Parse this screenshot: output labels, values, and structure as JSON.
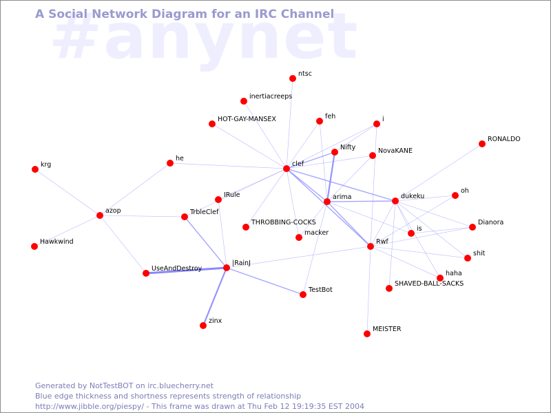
{
  "watermark": "#anynet",
  "title": "A Social Network Diagram for an IRC Channel",
  "footer": {
    "line1": "Generated by NotTestBOT on irc.bluecherry.net",
    "line2": "Blue edge thickness and shortness represents strength of relationship",
    "line3": "http://www.jibble.org/piespy/ - This frame was drawn at Thu Feb 12 19:19:35 EST 2004"
  },
  "colors": {
    "node": "#ff0000",
    "edge": "#8888ff",
    "title": "#9a9ad0",
    "watermark": "#eeeeff",
    "footer": "#7c7cb8"
  },
  "nodes": [
    {
      "id": "ntsc",
      "label": "ntsc"
    },
    {
      "id": "inertiacreeps",
      "label": "inertiacreeps"
    },
    {
      "id": "HOT-GAY-MANSEX",
      "label": "HOT-GAY-MANSEX"
    },
    {
      "id": "feh",
      "label": "feh"
    },
    {
      "id": "i",
      "label": "i"
    },
    {
      "id": "RONALDO",
      "label": "RONALDO"
    },
    {
      "id": "Nifty",
      "label": "Nifty"
    },
    {
      "id": "NovaKANE",
      "label": "NovaKANE"
    },
    {
      "id": "krg",
      "label": "krg"
    },
    {
      "id": "he",
      "label": "he"
    },
    {
      "id": "clef",
      "label": "clef"
    },
    {
      "id": "IRule",
      "label": "IRule"
    },
    {
      "id": "arima",
      "label": "arima"
    },
    {
      "id": "dukeku",
      "label": "dukeku"
    },
    {
      "id": "oh",
      "label": "oh"
    },
    {
      "id": "azop",
      "label": "azop"
    },
    {
      "id": "TrbleClef",
      "label": "TrbleClef"
    },
    {
      "id": "THROBBING-COCKS",
      "label": "THROBBING-COCKS"
    },
    {
      "id": "Dianora",
      "label": "Dianora"
    },
    {
      "id": "is",
      "label": "is"
    },
    {
      "id": "macker",
      "label": "macker"
    },
    {
      "id": "Rwf",
      "label": "Rwf"
    },
    {
      "id": "Hawkwind",
      "label": "Hawkwind"
    },
    {
      "id": "shit",
      "label": "shit"
    },
    {
      "id": "IRainJ",
      "label": "|RainJ"
    },
    {
      "id": "UseAndDestroy",
      "label": "UseAndDestroy"
    },
    {
      "id": "haha",
      "label": "haha"
    },
    {
      "id": "SHAVED-BALL-SACKS",
      "label": "SHAVED-BALL-SACKS"
    },
    {
      "id": "TestBot",
      "label": "TestBot"
    },
    {
      "id": "zinx",
      "label": "zinx"
    },
    {
      "id": "MEISTER",
      "label": "MEISTER"
    }
  ],
  "edges": [
    {
      "source": "clef",
      "target": "ntsc",
      "strength": 1
    },
    {
      "source": "clef",
      "target": "inertiacreeps",
      "strength": 1
    },
    {
      "source": "clef",
      "target": "HOT-GAY-MANSEX",
      "strength": 1
    },
    {
      "source": "clef",
      "target": "feh",
      "strength": 1
    },
    {
      "source": "clef",
      "target": "i",
      "strength": 1
    },
    {
      "source": "clef",
      "target": "Nifty",
      "strength": 2
    },
    {
      "source": "clef",
      "target": "NovaKANE",
      "strength": 1
    },
    {
      "source": "clef",
      "target": "he",
      "strength": 1
    },
    {
      "source": "clef",
      "target": "IRule",
      "strength": 1
    },
    {
      "source": "clef",
      "target": "arima",
      "strength": 2
    },
    {
      "source": "clef",
      "target": "dukeku",
      "strength": 2
    },
    {
      "source": "clef",
      "target": "THROBBING-COCKS",
      "strength": 1
    },
    {
      "source": "clef",
      "target": "macker",
      "strength": 1
    },
    {
      "source": "clef",
      "target": "Rwf",
      "strength": 2
    },
    {
      "source": "clef",
      "target": "TrbleClef",
      "strength": 1
    },
    {
      "source": "feh",
      "target": "arima",
      "strength": 1
    },
    {
      "source": "i",
      "target": "Rwf",
      "strength": 1
    },
    {
      "source": "Nifty",
      "target": "arima",
      "strength": 3
    },
    {
      "source": "Nifty",
      "target": "i",
      "strength": 1
    },
    {
      "source": "NovaKANE",
      "target": "arima",
      "strength": 1
    },
    {
      "source": "arima",
      "target": "dukeku",
      "strength": 2
    },
    {
      "source": "arima",
      "target": "Rwf",
      "strength": 2
    },
    {
      "source": "arima",
      "target": "TestBot",
      "strength": 1
    },
    {
      "source": "arima",
      "target": "is",
      "strength": 1
    },
    {
      "source": "arima",
      "target": "macker",
      "strength": 1
    },
    {
      "source": "dukeku",
      "target": "RONALDO",
      "strength": 1
    },
    {
      "source": "dukeku",
      "target": "oh",
      "strength": 1
    },
    {
      "source": "dukeku",
      "target": "Dianora",
      "strength": 1
    },
    {
      "source": "dukeku",
      "target": "shit",
      "strength": 1
    },
    {
      "source": "dukeku",
      "target": "haha",
      "strength": 1
    },
    {
      "source": "dukeku",
      "target": "SHAVED-BALL-SACKS",
      "strength": 1
    },
    {
      "source": "dukeku",
      "target": "Rwf",
      "strength": 1
    },
    {
      "source": "dukeku",
      "target": "is",
      "strength": 1
    },
    {
      "source": "Rwf",
      "target": "oh",
      "strength": 1
    },
    {
      "source": "Rwf",
      "target": "Dianora",
      "strength": 1
    },
    {
      "source": "Rwf",
      "target": "shit",
      "strength": 1
    },
    {
      "source": "Rwf",
      "target": "haha",
      "strength": 1
    },
    {
      "source": "Rwf",
      "target": "MEISTER",
      "strength": 1
    },
    {
      "source": "Rwf",
      "target": "IRainJ",
      "strength": 1
    },
    {
      "source": "is",
      "target": "Dianora",
      "strength": 1
    },
    {
      "source": "azop",
      "target": "krg",
      "strength": 1
    },
    {
      "source": "azop",
      "target": "he",
      "strength": 1
    },
    {
      "source": "azop",
      "target": "TrbleClef",
      "strength": 1
    },
    {
      "source": "azop",
      "target": "Hawkwind",
      "strength": 1
    },
    {
      "source": "azop",
      "target": "UseAndDestroy",
      "strength": 1
    },
    {
      "source": "TrbleClef",
      "target": "IRainJ",
      "strength": 2
    },
    {
      "source": "IRule",
      "target": "IRainJ",
      "strength": 1
    },
    {
      "source": "IRainJ",
      "target": "UseAndDestroy",
      "strength": 4
    },
    {
      "source": "IRainJ",
      "target": "zinx",
      "strength": 3
    },
    {
      "source": "IRainJ",
      "target": "TestBot",
      "strength": 2
    }
  ]
}
